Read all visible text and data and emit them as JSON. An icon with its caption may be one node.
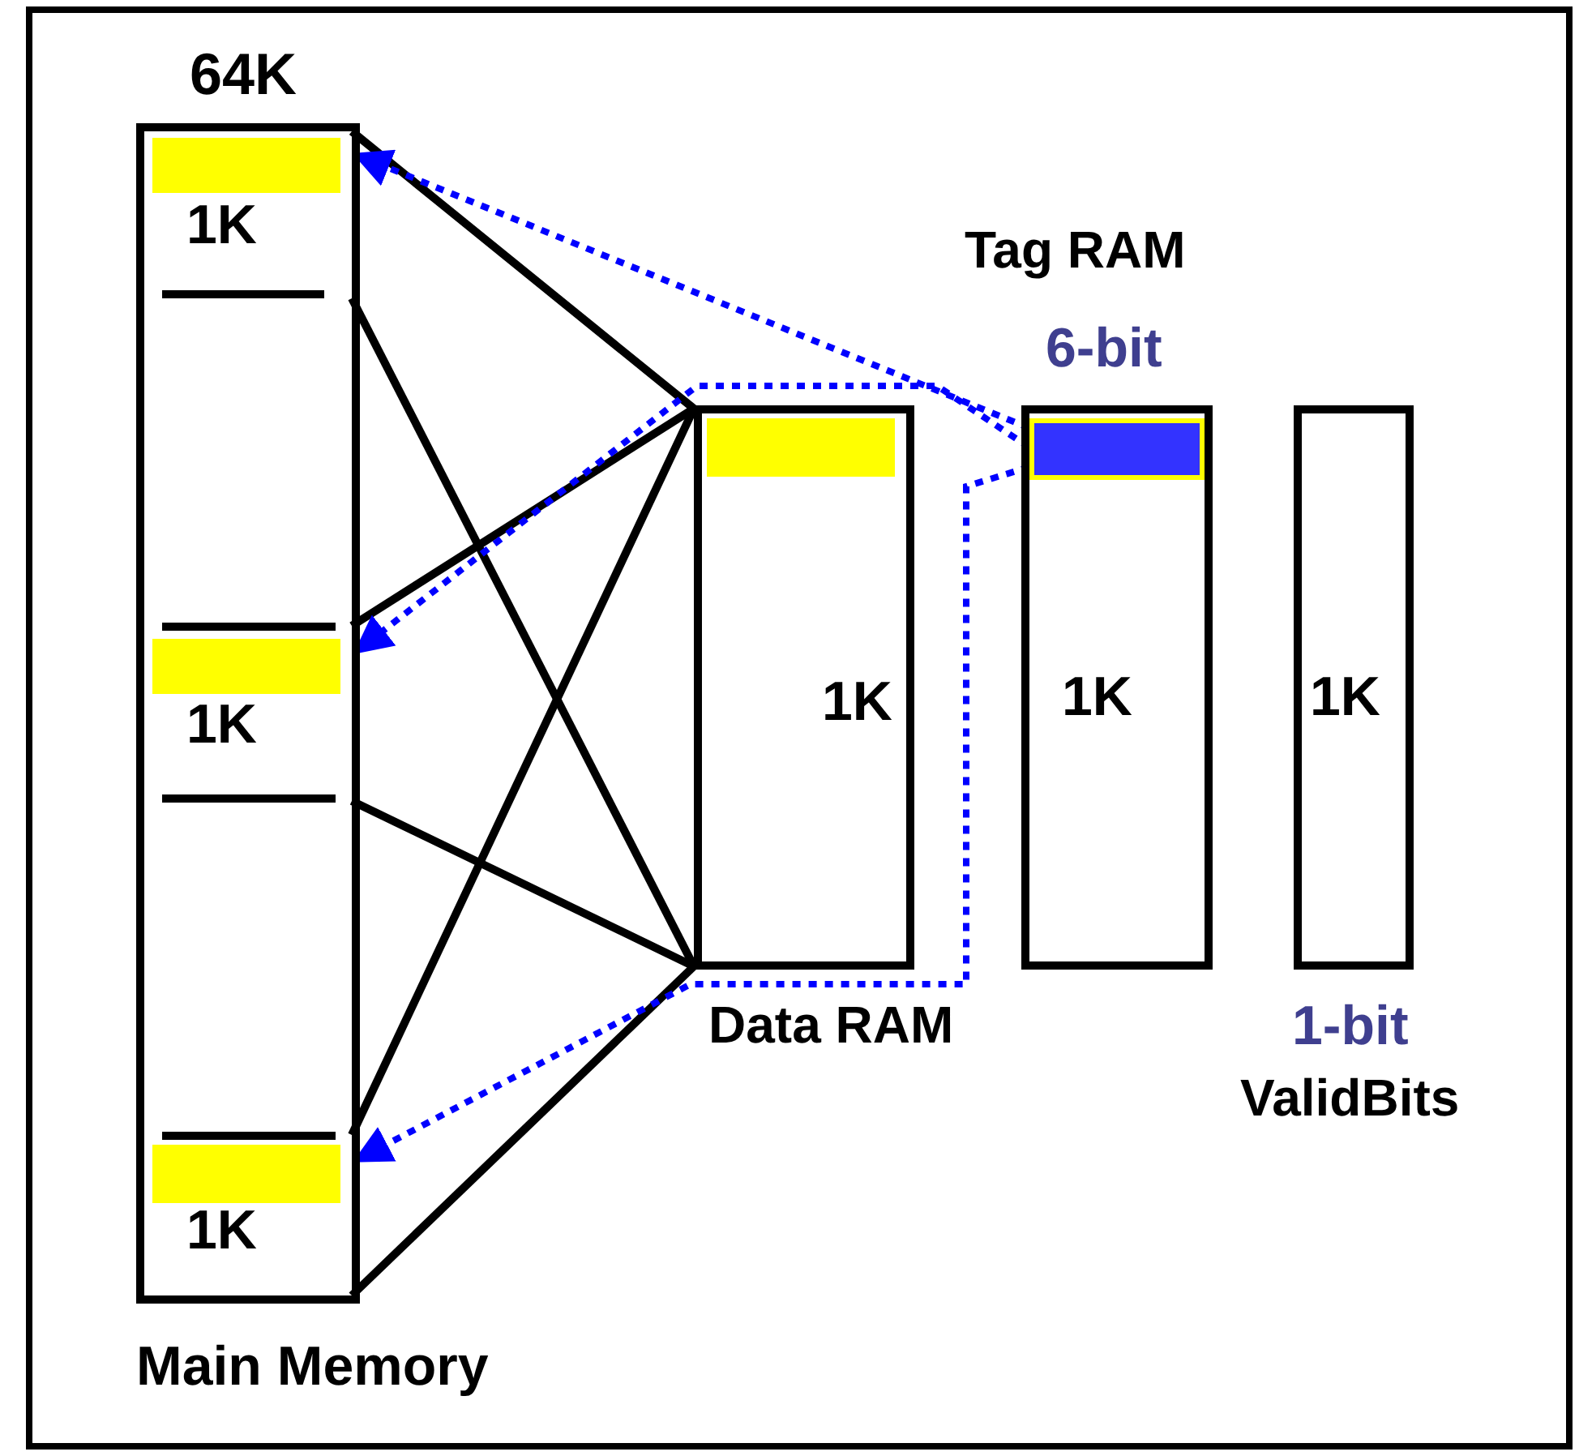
{
  "diagram": {
    "nodes": [
      {
        "text": [
          "64K",
          "Main Memory"
        ]
      },
      {
        "text": [
          "1K"
        ],
        "in": 0
      },
      {
        "text": [
          "1K"
        ],
        "in": 0
      },
      {
        "text": [
          "1K"
        ],
        "in": 0
      },
      {
        "text": [
          "1K",
          "Data RAM"
        ]
      },
      {
        "text": [
          "Tag RAM",
          "6-bit",
          "1K"
        ]
      },
      {
        "text": [],
        "shape": "bar",
        "in": 5
      },
      {
        "text": [
          "1K",
          "1-bit",
          "ValidBits"
        ]
      }
    ],
    "edges": [
      {
        "from": 4,
        "to": 1,
        "arrow": "none"
      },
      {
        "from": 4,
        "to": 1,
        "arrow": "none"
      },
      {
        "from": 4,
        "to": 2,
        "arrow": "none"
      },
      {
        "from": 4,
        "to": 2,
        "arrow": "none"
      },
      {
        "from": 4,
        "to": 3,
        "arrow": "none"
      },
      {
        "from": 4,
        "to": 3,
        "arrow": "none"
      },
      {
        "from": 6,
        "to": 1,
        "arrow": "to",
        "style": "dashed",
        "color": "#0000ff"
      },
      {
        "from": 6,
        "to": 2,
        "arrow": "to",
        "style": "dashed",
        "color": "#0000ff"
      },
      {
        "from": 6,
        "to": 3,
        "arrow": "to",
        "style": "dashed",
        "color": "#0000ff"
      }
    ]
  }
}
